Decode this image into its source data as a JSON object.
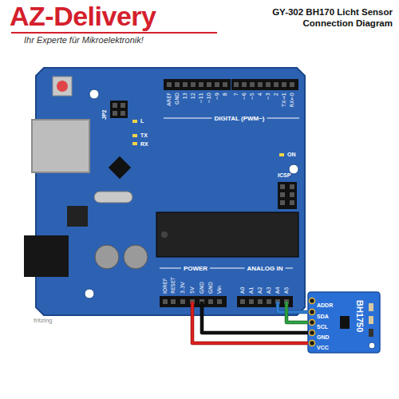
{
  "diagram": {
    "title": "GY-302 BH170 Licht Sensor Connection Diagram",
    "nodes": [
      {
        "text": [
          "DIGITAL (PWM~)",
          "POWER",
          "ANALOG IN"
        ]
      },
      {
        "text": [
          "5V"
        ],
        "in": 0
      },
      {
        "text": [
          "GND"
        ],
        "in": 0
      },
      {
        "text": [
          "A4"
        ],
        "in": 0
      },
      {
        "text": [
          "A5"
        ],
        "in": 0
      },
      {
        "text": [
          "BH1750"
        ]
      },
      {
        "text": [
          "ADDR"
        ],
        "in": 5
      },
      {
        "text": [
          "SDA"
        ],
        "in": 5
      },
      {
        "text": [
          "SCL"
        ],
        "in": 5
      },
      {
        "text": [
          "GND"
        ],
        "in": 5
      },
      {
        "text": [
          "VCC"
        ],
        "in": 5
      }
    ],
    "edges": [
      {
        "from": 1,
        "to": 10,
        "arrow": "none"
      },
      {
        "from": 2,
        "to": 9,
        "arrow": "none"
      },
      {
        "from": 3,
        "to": 7,
        "arrow": "none"
      },
      {
        "from": 4,
        "to": 8,
        "arrow": "none"
      }
    ],
    "labels": [
      "AZ-Delivery",
      "Ihr Experte für Mikroelektronik!",
      "AREF",
      "GND",
      "13",
      "12",
      "~11",
      "~10",
      "~9",
      "8",
      "7",
      "~6",
      "~5",
      "4",
      "~3",
      "2",
      "TX→1",
      "RX←0",
      "L",
      "TX",
      "RX",
      "ON",
      "ICSP",
      "JP2",
      "IOREF",
      "RESET",
      "3.3V",
      "GND",
      "Vin",
      "A0",
      "A1",
      "A2",
      "A3",
      "fritzing"
    ]
  }
}
